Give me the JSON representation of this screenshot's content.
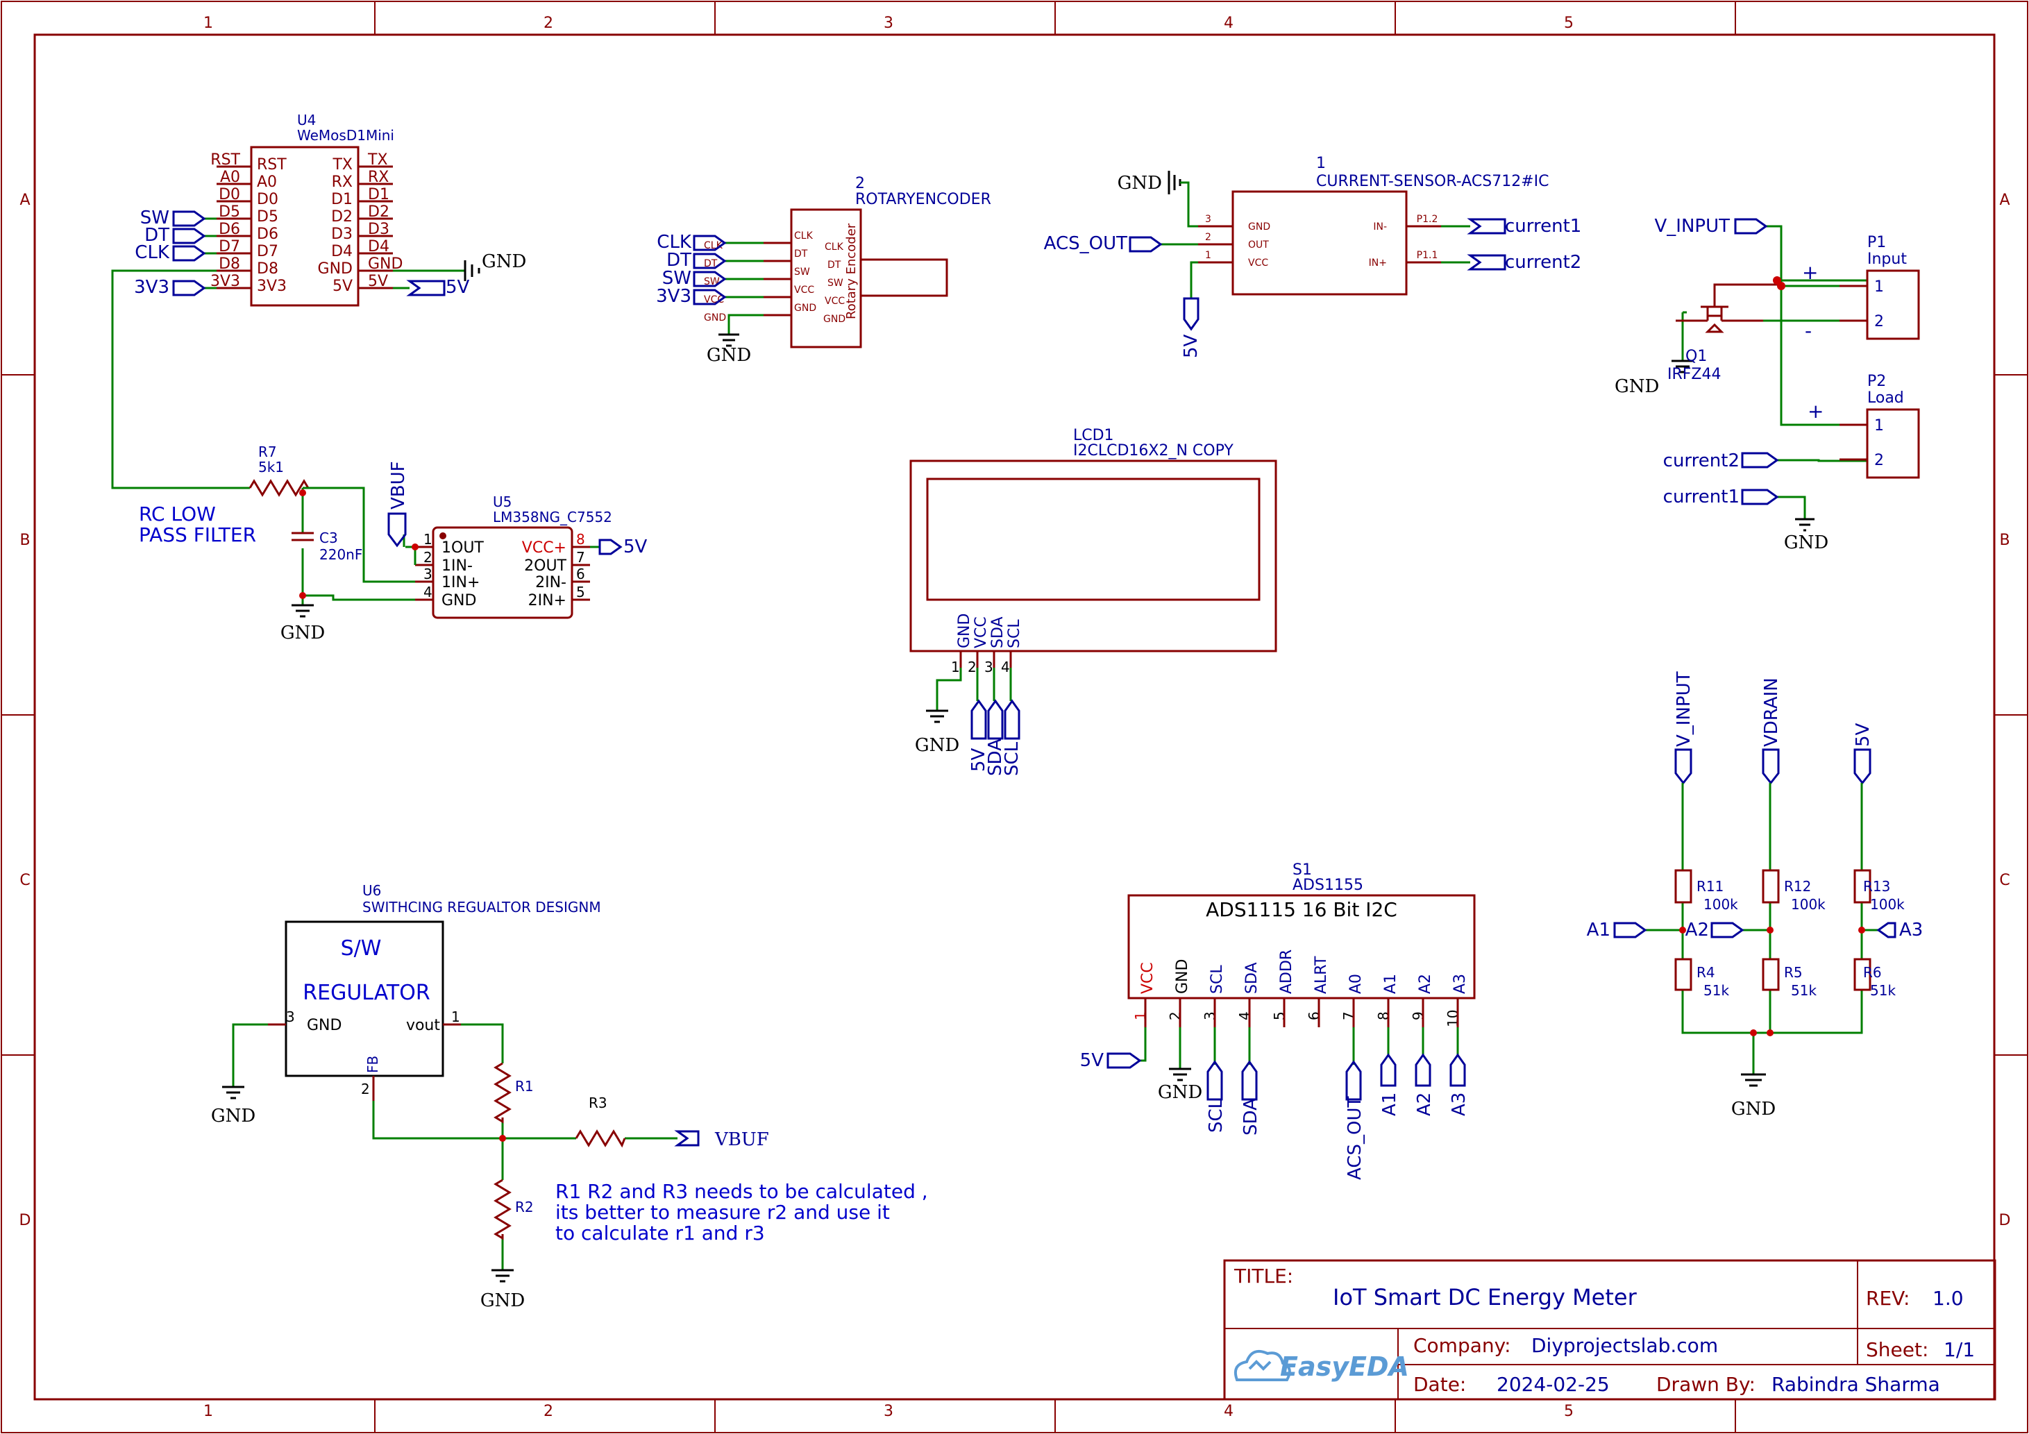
{
  "frame": {
    "col_numbers": [
      "1",
      "2",
      "3",
      "4",
      "5"
    ],
    "row_letters": [
      "A",
      "B",
      "C",
      "D"
    ]
  },
  "colors": {
    "wire": "#007f00",
    "part": "#880000",
    "net": "#000099",
    "pin_power": "#cc0000"
  },
  "u4": {
    "designator": "U4",
    "name": "WeMosD1Mini",
    "left_pins": [
      "RST",
      "A0",
      "D0",
      "D5",
      "D6",
      "D7",
      "D8",
      "3V3"
    ],
    "right_pins": [
      "TX",
      "RX",
      "D1",
      "D2",
      "D3",
      "D4",
      "GND",
      "5V"
    ],
    "left_ext": [
      "RST",
      "A0",
      "D0",
      "D5",
      "D6",
      "D7",
      "D8",
      "3V3"
    ],
    "right_ext": [
      "TX",
      "RX",
      "D1",
      "D2",
      "D3",
      "D4",
      "GND",
      "5V"
    ],
    "net_sw": "SW",
    "net_dt": "DT",
    "net_clk": "CLK",
    "net_3v3": "3V3",
    "net_gnd": "GND",
    "net_5v": "5V"
  },
  "encoder": {
    "designator": "2",
    "name": "ROTARYENCODER",
    "pins": [
      "CLK",
      "DT",
      "SW",
      "VCC",
      "GND"
    ],
    "body_text": "Rotary Encoder",
    "nets": [
      "CLK",
      "DT",
      "SW",
      "3V3"
    ],
    "gnd": "GND"
  },
  "acs": {
    "designator": "1",
    "name": "CURRENT-SENSOR-ACS712#IC",
    "left_pins": [
      "GND",
      "OUT",
      "VCC"
    ],
    "left_nums": [
      "3",
      "2",
      "1"
    ],
    "right_pins": [
      "IN-",
      "IN+"
    ],
    "right_nums": [
      "P1.2",
      "P1.1"
    ],
    "net_gnd": "GND",
    "net_out": "ACS_OUT",
    "net_5v": "5V",
    "net_c1": "current1",
    "net_c2": "current2"
  },
  "power": {
    "net_vin": "V_INPUT",
    "q1": "Q1",
    "q1_part": "IRFZ44",
    "gnd": "GND",
    "p1": "P1",
    "p1_name": "Input",
    "p2": "P2",
    "p2_name": "Load",
    "plus": "+",
    "minus": "-",
    "pin1": "1",
    "pin2": "2",
    "net_c2": "current2",
    "net_c1": "current1"
  },
  "filter": {
    "r7": "R7",
    "r7_val": "5k1",
    "c3": "C3",
    "c3_val": "220nF",
    "note_line1": "RC LOW",
    "note_line2": "PASS FILTER",
    "gnd": "GND"
  },
  "u5": {
    "designator": "U5",
    "name": "LM358NG_C7552",
    "left_pins": [
      "1OUT",
      "1IN-",
      "1IN+",
      "GND"
    ],
    "left_nums": [
      "1",
      "2",
      "3",
      "4"
    ],
    "right_pins": [
      "VCC+",
      "2OUT",
      "2IN-",
      "2IN+"
    ],
    "right_nums": [
      "8",
      "7",
      "6",
      "5"
    ],
    "net_vbuf": "VBUF",
    "net_5v": "5V"
  },
  "lcd": {
    "designator": "LCD1",
    "name": "I2CLCD16X2_N COPY",
    "pins": [
      "GND",
      "VCC",
      "SDA",
      "SCL"
    ],
    "nums": [
      "1",
      "2",
      "3",
      "4"
    ],
    "nets": [
      "5V",
      "SDA",
      "SCL"
    ],
    "gnd": "GND"
  },
  "divider": {
    "nets_top": [
      "V_INPUT",
      "VDRAIN",
      "5V"
    ],
    "top_res": [
      "R11",
      "R12",
      "R13"
    ],
    "top_vals": [
      "100k",
      "100k",
      "100k"
    ],
    "bot_res": [
      "R4",
      "R5",
      "R6"
    ],
    "bot_vals": [
      "51k",
      "51k",
      "51k"
    ],
    "outs": [
      "A1",
      "A2",
      "A3"
    ],
    "gnd": "GND"
  },
  "u6": {
    "designator": "U6",
    "name": "SWITHCING REGUALTOR DESIGNM",
    "title1": "S/W",
    "title2": "REGULATOR",
    "pin_gnd": "GND",
    "pin_vout": "vout",
    "pin_fb": "FB",
    "num_gnd": "3",
    "num_vout": "1",
    "num_fb": "2",
    "r1": "R1",
    "r2": "R2",
    "r3": "R3",
    "net_vbuf": "VBUF",
    "gnd": "GND",
    "note1": "R1 R2 and R3 needs to be calculated ,",
    "note2": "its better to measure r2 and use it",
    "note3": "to calculate r1 and r3"
  },
  "ads": {
    "designator": "S1",
    "name": "ADS1155",
    "title": "ADS1115 16 Bit I2C",
    "pins": [
      "VCC",
      "GND",
      "SCL",
      "SDA",
      "ADDR",
      "ALRT",
      "A0",
      "A1",
      "A2",
      "A3"
    ],
    "nums": [
      "1",
      "2",
      "3",
      "4",
      "5",
      "6",
      "7",
      "8",
      "9",
      "10"
    ],
    "net_5v": "5V",
    "gnd": "GND",
    "nets": [
      "SCL",
      "SDA",
      "ACS_OUT",
      "A1",
      "A2",
      "A3"
    ]
  },
  "titleblock": {
    "title_label": "TITLE:",
    "title": "IoT Smart DC Energy Meter",
    "rev_label": "REV:",
    "rev": "1.0",
    "company_label": "Company:",
    "company": "Diyprojectslab.com",
    "sheet_label": "Sheet:",
    "sheet": "1/1",
    "date_label": "Date:",
    "date": "2024-02-25",
    "drawn_label": "Drawn By:",
    "drawn": "Rabindra Sharma",
    "logo": "EasyEDA"
  }
}
